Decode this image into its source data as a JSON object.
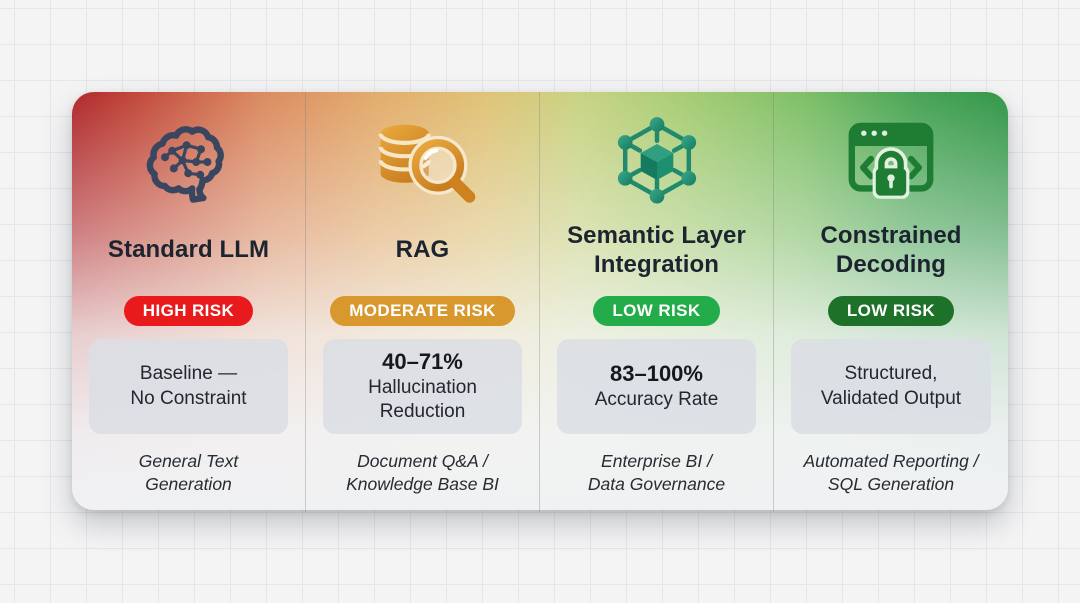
{
  "colors": {
    "gradient_left_red": "#b0282c",
    "gradient_warm_mid": "#e3ad6d",
    "gradient_green_mid": "#a8cd75",
    "gradient_right_green": "#339749",
    "page_background": "#f4f4f5",
    "grid_line": "#e4e6e8",
    "stat_box_background": "#dbdee4",
    "title_text": "#1c2430",
    "brain_icon_color": "#3a465f",
    "database_icon_color": "#d98f28",
    "network_icon_color": "#1f8a6c",
    "browser_lock_icon_color": "#1e7d33"
  },
  "card": {
    "columns": [
      {
        "icon": "brain-network-icon",
        "title": "Standard LLM",
        "badge": {
          "label": "HIGH RISK",
          "color": "#e81a1c"
        },
        "stat": {
          "highlight": "",
          "text": "Baseline —\nNo Constraint"
        },
        "caption": "General Text\nGeneration"
      },
      {
        "icon": "database-search-icon",
        "title": "RAG",
        "badge": {
          "label": "MODERATE RISK",
          "color": "#d8982e"
        },
        "stat": {
          "highlight": "40–71%",
          "text": "Hallucination\nReduction"
        },
        "caption": "Document Q&A /\nKnowledge Base BI"
      },
      {
        "icon": "semantic-network-cube-icon",
        "title": "Semantic Layer\nIntegration",
        "badge": {
          "label": "LOW RISK",
          "color": "#22ac4a"
        },
        "stat": {
          "highlight": "83–100%",
          "text": "Accuracy Rate"
        },
        "caption": "Enterprise BI /\nData Governance"
      },
      {
        "icon": "browser-lock-icon",
        "title": "Constrained\nDecoding",
        "badge": {
          "label": "LOW RISK",
          "color": "#1d7129"
        },
        "stat": {
          "highlight": "",
          "text": "Structured,\nValidated Output"
        },
        "caption": "Automated Reporting /\nSQL Generation"
      }
    ]
  }
}
